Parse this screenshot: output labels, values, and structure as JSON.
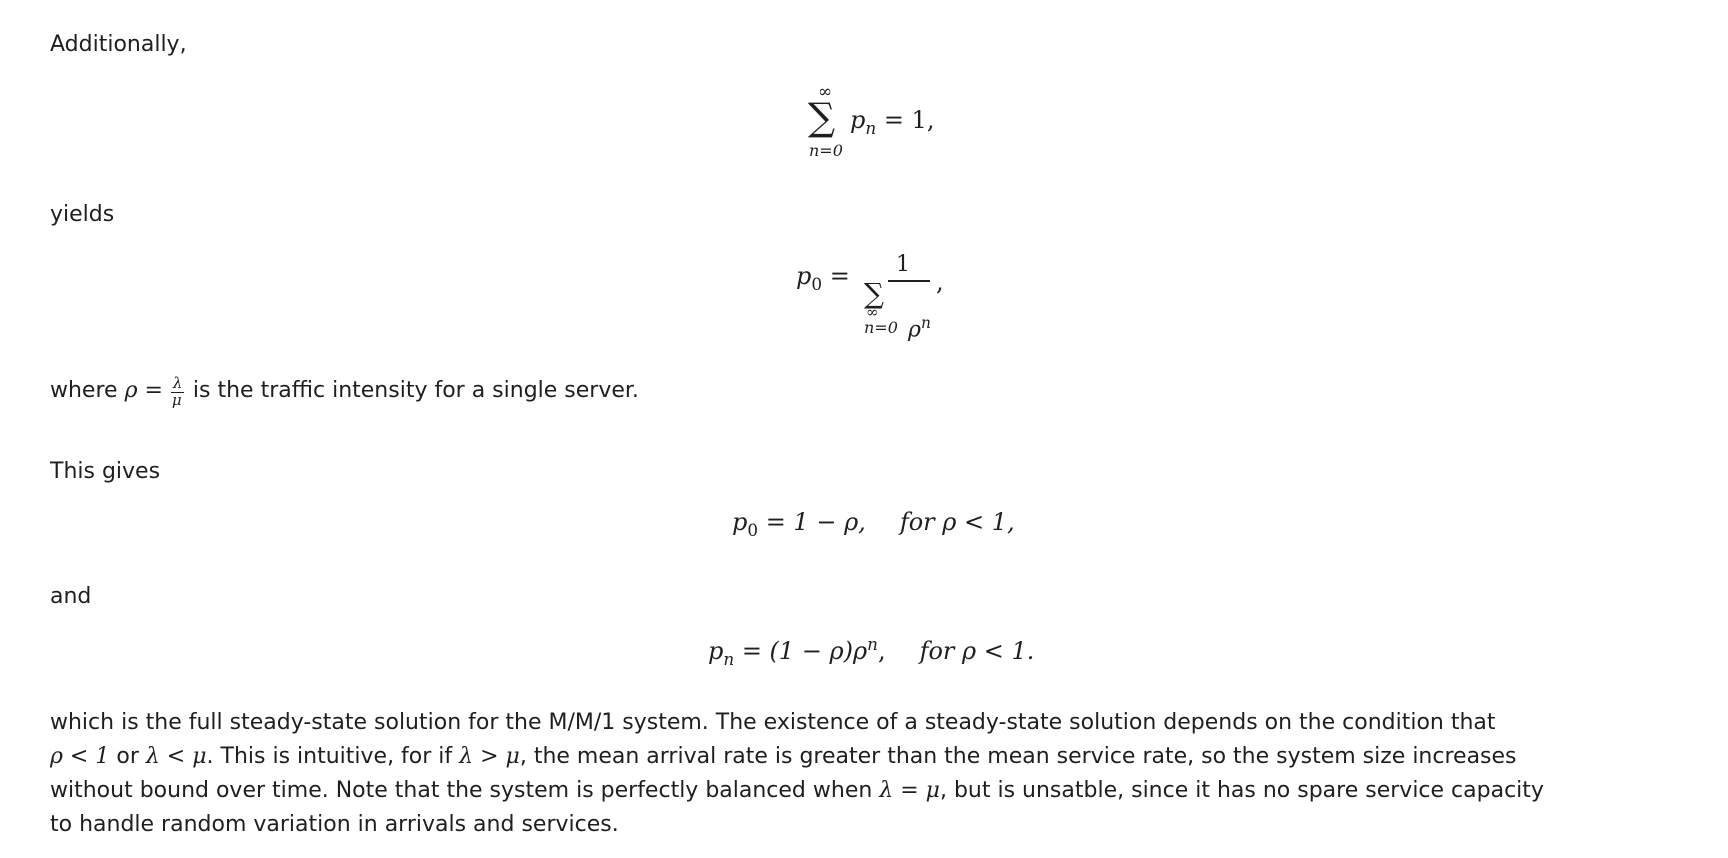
{
  "text": {
    "additionally": "Additionally,",
    "yields": "yields",
    "where_prefix": "where ",
    "where_rho": "ρ",
    "where_eq": " = ",
    "where_lambda": "λ",
    "where_mu": "μ",
    "where_suffix": " is the traffic intensity for a single server.",
    "this_gives": "This gives",
    "and": "and",
    "final_line1": "which is the full steady-state solution for the M/M/1 system. The existence of a steady-state solution depends on the condition that",
    "final_line2_a": "ρ < 1",
    "final_line2_b": " or ",
    "final_line2_c": "λ < μ",
    "final_line2_d": ". This is intuitive, for if ",
    "final_line2_e": "λ > μ",
    "final_line2_f": ", the mean arrival rate is greater than the mean service rate, so the system size increases",
    "final_line3_a": "without bound over time. Note that the system is perfectly balanced when ",
    "final_line3_b": "λ = μ",
    "final_line3_c": ", but is unsatble, since it has no spare service capacity",
    "final_line4": "to handle random variation in arrivals and services."
  },
  "equations": {
    "eq1": {
      "sum_top": "∞",
      "sum_bottom": "n=0",
      "body_var": "p",
      "body_sub": "n",
      "body_rest": " = 1,"
    },
    "eq2": {
      "lhs_var": "p",
      "lhs_sub": "0",
      "lhs_eq": " = ",
      "numerator": "1",
      "den_sum_top": "∞",
      "den_sum_bottom": "n=0",
      "den_rho": "ρ",
      "den_sup": "n",
      "trailing": ","
    },
    "eq3": {
      "lhs_var": "p",
      "lhs_sub": "0",
      "rhs": " = 1 − ρ,",
      "cond": "for ρ < 1,"
    },
    "eq4": {
      "lhs_var": "p",
      "lhs_sub": "n",
      "rhs_a": " = (1 − ρ)ρ",
      "rhs_sup": "n",
      "rhs_b": ",",
      "cond": "for ρ < 1."
    }
  }
}
